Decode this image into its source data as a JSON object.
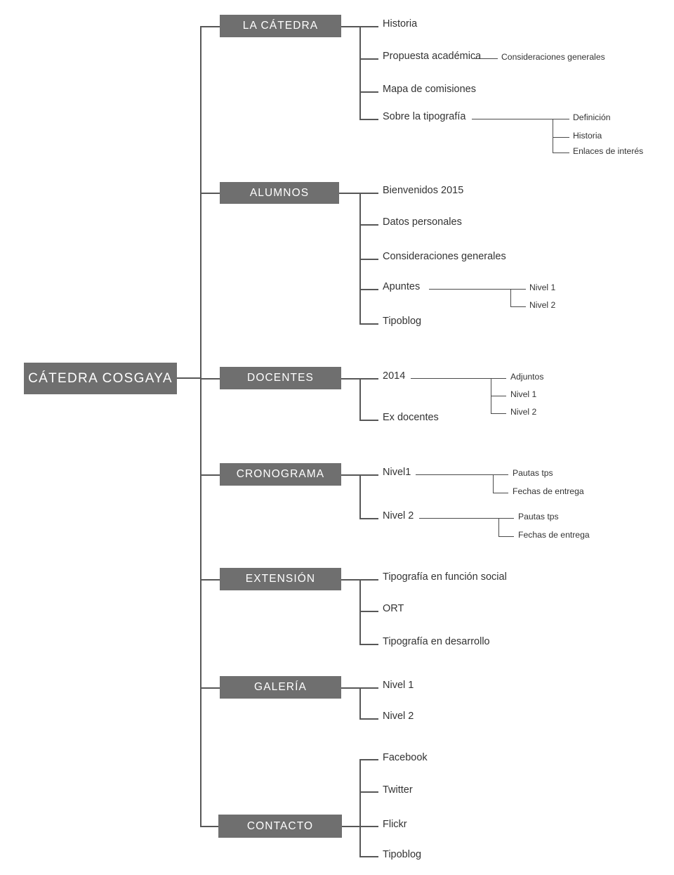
{
  "diagram": {
    "title": "CÁTEDRA COSGAYA",
    "type": "sitemap-tree",
    "colors": {
      "box_fill": "#6f6f6f",
      "box_text": "#ffffff",
      "line": "#575757",
      "leaf_text": "#333333",
      "background": "#ffffff"
    }
  },
  "root": {
    "label": "CÁTEDRA COSGAYA"
  },
  "sections": [
    {
      "label": "LA CÁTEDRA",
      "children": [
        {
          "label": "Historia",
          "children": []
        },
        {
          "label": "Propuesta académica",
          "children": [
            {
              "label": "Consideraciones generales"
            }
          ]
        },
        {
          "label": "Mapa de comisiones",
          "children": []
        },
        {
          "label": "Sobre la tipografía",
          "children": [
            {
              "label": "Definición"
            },
            {
              "label": "Historia"
            },
            {
              "label": "Enlaces de interés"
            }
          ]
        }
      ]
    },
    {
      "label": "ALUMNOS",
      "children": [
        {
          "label": "Bienvenidos 2015",
          "children": []
        },
        {
          "label": "Datos personales",
          "children": []
        },
        {
          "label": "Consideraciones generales",
          "children": []
        },
        {
          "label": "Apuntes",
          "children": [
            {
              "label": "Nivel 1"
            },
            {
              "label": "Nivel 2"
            }
          ]
        },
        {
          "label": "Tipoblog",
          "children": []
        }
      ]
    },
    {
      "label": "DOCENTES",
      "children": [
        {
          "label": "2014",
          "children": [
            {
              "label": "Adjuntos"
            },
            {
              "label": "Nivel 1"
            },
            {
              "label": "Nivel 2"
            }
          ]
        },
        {
          "label": "Ex docentes",
          "children": []
        }
      ]
    },
    {
      "label": "CRONOGRAMA",
      "children": [
        {
          "label": "Nivel1",
          "children": [
            {
              "label": "Pautas tps"
            },
            {
              "label": "Fechas de entrega"
            }
          ]
        },
        {
          "label": "Nivel 2",
          "children": [
            {
              "label": "Pautas tps"
            },
            {
              "label": "Fechas de entrega"
            }
          ]
        }
      ]
    },
    {
      "label": "EXTENSIÓN",
      "children": [
        {
          "label": "Tipografía en función social",
          "children": []
        },
        {
          "label": "ORT",
          "children": []
        },
        {
          "label": "Tipografía en desarrollo",
          "children": []
        }
      ]
    },
    {
      "label": "GALERÍA",
      "children": [
        {
          "label": "Nivel 1",
          "children": []
        },
        {
          "label": "Nivel 2",
          "children": []
        }
      ]
    },
    {
      "label": "CONTACTO",
      "children": [
        {
          "label": "Facebook",
          "children": []
        },
        {
          "label": "Twitter",
          "children": []
        },
        {
          "label": "Flickr",
          "children": []
        },
        {
          "label": "Tipoblog",
          "children": []
        }
      ]
    }
  ]
}
